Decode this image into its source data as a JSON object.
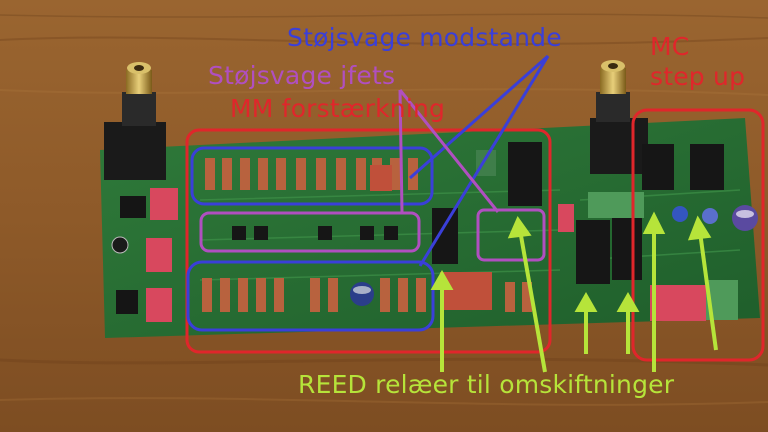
{
  "annotations": {
    "resistors_label": {
      "text": "Støjsvage modstande",
      "color": "#3a3fd9"
    },
    "jfets_label": {
      "text": "Støjsvage jfets",
      "color": "#b04fc0"
    },
    "mm_label": {
      "text": "MM forstærkning",
      "color": "#e0262b"
    },
    "mc_label_line1": {
      "text": "MC",
      "color": "#e0262b"
    },
    "mc_label_line2": {
      "text": "step up",
      "color": "#e0262b"
    },
    "relays_label": {
      "text": "REED relæer til omskiftninger",
      "color": "#b6e43a"
    }
  }
}
